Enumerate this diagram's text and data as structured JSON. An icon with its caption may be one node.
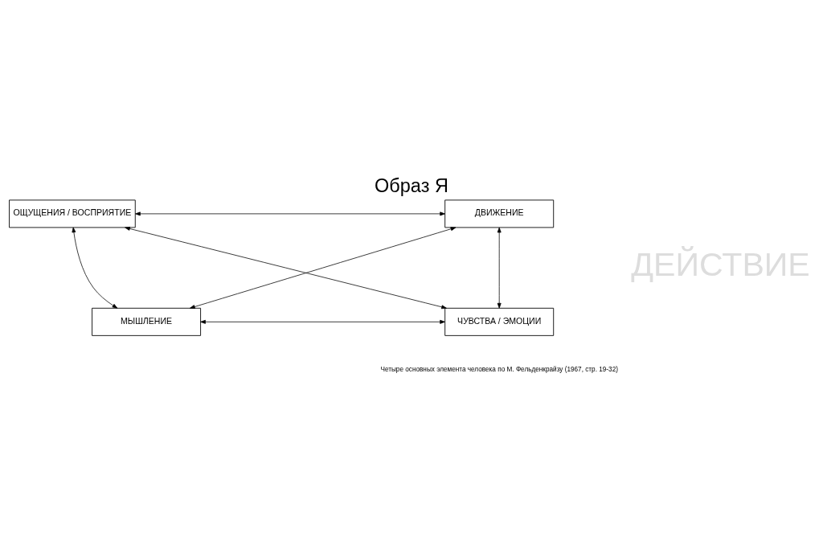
{
  "diagram": {
    "title": "Образ Я",
    "caption": "Четыре основных элемента человека по М. Фельденкрайзу (1967, стр. 19-32)",
    "nodes": [
      {
        "text": [
          "ДВИЖЕНИЕ"
        ]
      },
      {
        "text": [
          "ОЩУЩЕНИЯ / ВОСПРИЯТИЕ"
        ]
      },
      {
        "text": [
          "ЧУВСТВА / ЭМОЦИИ"
        ]
      },
      {
        "text": [
          "МЫШЛЕНИЕ"
        ]
      }
    ],
    "edges": [
      {
        "from": 0,
        "to": 1,
        "arrow": "both"
      },
      {
        "from": 0,
        "to": 2,
        "arrow": "both"
      },
      {
        "from": 0,
        "to": 3,
        "arrow": "both"
      },
      {
        "from": 1,
        "to": 2,
        "arrow": "both"
      },
      {
        "from": 1,
        "to": 3,
        "arrow": "both"
      },
      {
        "from": 2,
        "to": 3,
        "arrow": "both"
      }
    ],
    "labels": [
      "ДЕЙСТВИЕ"
    ]
  }
}
